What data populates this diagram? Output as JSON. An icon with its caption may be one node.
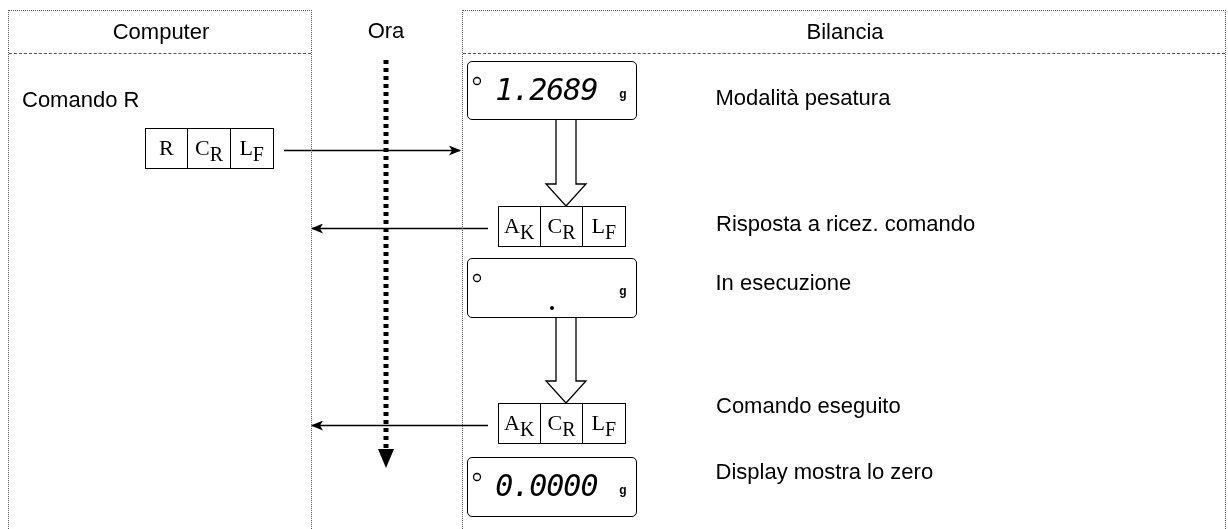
{
  "diagram": {
    "nodes": [
      {
        "text": [
          "Computer"
        ]
      },
      {
        "text": [
          "Bilancia"
        ]
      },
      {
        "text": [
          "R",
          "C$_{R}$",
          "L$_{F}$"
        ],
        "in": 0
      },
      {
        "text": [
          "1.2689",
          "g"
        ],
        "in": 1,
        "beside": [
          "Modalità pesatura"
        ]
      },
      {
        "text": [
          "A$_{K}$",
          "C$_{R}$",
          "L$_{F}$"
        ],
        "in": 1
      },
      {
        "text": [
          "g"
        ],
        "in": 1,
        "beside": [
          "In esecuzione"
        ]
      },
      {
        "text": [
          "A$_{K}$",
          "C$_{R}$",
          "L$_{F}$"
        ],
        "in": 1
      },
      {
        "text": [
          "0.0000",
          "g"
        ],
        "in": 1,
        "beside": [
          "Display mostra lo zero"
        ]
      }
    ],
    "edges": [
      {
        "from": 2,
        "to": 1,
        "arrow": "to"
      },
      {
        "from": 3,
        "to": 4,
        "arrow": "to",
        "style": "thick"
      },
      {
        "from": 4,
        "to": 0,
        "arrow": "to"
      },
      {
        "from": 5,
        "to": 6,
        "arrow": "to",
        "style": "thick"
      },
      {
        "from": 6,
        "to": 0,
        "arrow": "to"
      }
    ],
    "labels": [
      "Ora",
      "Comando R",
      "Risposta a ricez. comando",
      "Comando eseguito"
    ]
  }
}
